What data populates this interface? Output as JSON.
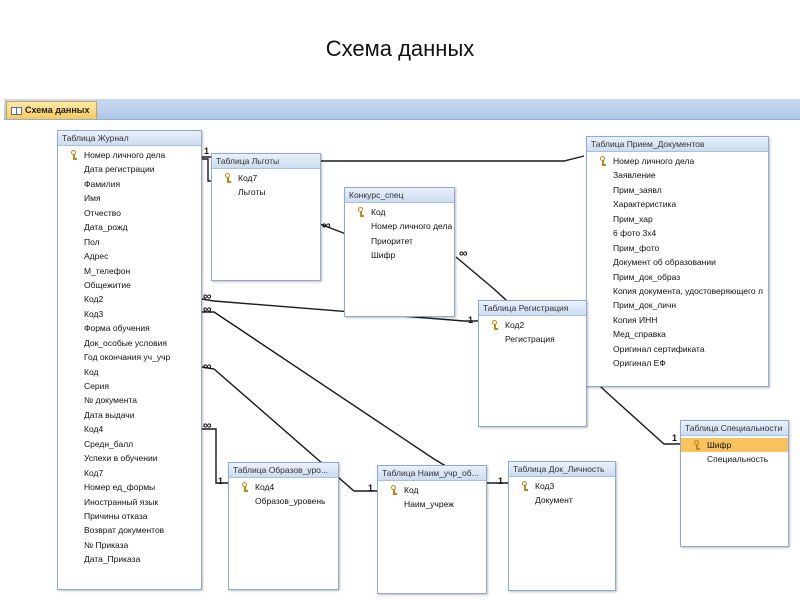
{
  "slide_title": "Схема данных",
  "tab": {
    "label": "Схема данных",
    "icon": "relationships-icon"
  },
  "tables": {
    "zhurnal": {
      "title": "Таблица Журнал",
      "fields": [
        {
          "name": "Номер личного дела",
          "key": true
        },
        {
          "name": "Дата регистрации"
        },
        {
          "name": "Фамилия"
        },
        {
          "name": "Имя"
        },
        {
          "name": "Отчество"
        },
        {
          "name": "Дата_рожд"
        },
        {
          "name": "Пол"
        },
        {
          "name": "Адрес"
        },
        {
          "name": "М_телефон"
        },
        {
          "name": "Общежитие"
        },
        {
          "name": "Код2"
        },
        {
          "name": "Код3"
        },
        {
          "name": "Форма обучения"
        },
        {
          "name": "Док_особые условия"
        },
        {
          "name": "Год окончания уч_учр"
        },
        {
          "name": "Код"
        },
        {
          "name": "Серия"
        },
        {
          "name": "№ документа"
        },
        {
          "name": "Дата выдачи"
        },
        {
          "name": "Код4"
        },
        {
          "name": "Средн_балл"
        },
        {
          "name": "Успехи в обучении"
        },
        {
          "name": "Код7"
        },
        {
          "name": "Номер ед_формы"
        },
        {
          "name": "Иностранный язык"
        },
        {
          "name": "Причины отказа"
        },
        {
          "name": "Возврат документов"
        },
        {
          "name": "№ Приказа"
        },
        {
          "name": "Дата_Приказа"
        }
      ]
    },
    "lgoty": {
      "title": "Таблица Льготы",
      "fields": [
        {
          "name": "Код7",
          "key": true
        },
        {
          "name": "Льготы"
        }
      ]
    },
    "konkurs": {
      "title": "Конкурс_спец",
      "fields": [
        {
          "name": "Код",
          "key": true
        },
        {
          "name": "Номер личного дела"
        },
        {
          "name": "Приоритет"
        },
        {
          "name": "Шифр"
        }
      ]
    },
    "priem": {
      "title": "Таблица Прием_Документов",
      "fields": [
        {
          "name": "Номер личного дела",
          "key": true
        },
        {
          "name": "Заявление"
        },
        {
          "name": "Прим_заявл"
        },
        {
          "name": "Характеристика"
        },
        {
          "name": "Прим_хар"
        },
        {
          "name": "6 фото 3х4"
        },
        {
          "name": "Прим_фото"
        },
        {
          "name": "Документ об образовании"
        },
        {
          "name": "Прим_док_образ"
        },
        {
          "name": "Копия документа, удостоверяющего л"
        },
        {
          "name": "Прим_док_личн"
        },
        {
          "name": "Копия ИНН"
        },
        {
          "name": "Мед_справка"
        },
        {
          "name": "Оригинал сертификата"
        },
        {
          "name": "Оригинал ЕФ"
        }
      ]
    },
    "registraciya": {
      "title": "Таблица Регистрация",
      "fields": [
        {
          "name": "Код2",
          "key": true
        },
        {
          "name": "Регистрация"
        }
      ]
    },
    "specialnosti": {
      "title": "Таблица Специальности",
      "fields": [
        {
          "name": "Шифр",
          "key": true,
          "selected": true
        },
        {
          "name": "Специальность"
        }
      ]
    },
    "obrazov": {
      "title": "Таблица Образов_уро...",
      "fields": [
        {
          "name": "Код4",
          "key": true
        },
        {
          "name": "Образов_уровень"
        }
      ]
    },
    "naim": {
      "title": "Таблица Наим_учр_об...",
      "fields": [
        {
          "name": "Код",
          "key": true
        },
        {
          "name": "Наим_учреж"
        }
      ]
    },
    "doklichn": {
      "title": "Таблица Док_Личность",
      "fields": [
        {
          "name": "Код3",
          "key": true
        },
        {
          "name": "Документ"
        }
      ]
    }
  },
  "relationships": [
    {
      "from": "zhurnal",
      "to": "lgoty",
      "one": "1",
      "many": "∞"
    },
    {
      "from": "zhurnal",
      "to": "priem",
      "one": "1",
      "many": "1"
    },
    {
      "from": "lgoty",
      "to": "konkurs",
      "one": "",
      "many": "∞"
    },
    {
      "from": "konkurs",
      "to": "specialnosti",
      "one": "1",
      "many": "∞"
    },
    {
      "from": "zhurnal",
      "to": "registraciya",
      "one": "1",
      "many": "∞"
    },
    {
      "from": "zhurnal",
      "to": "doklichn",
      "one": "1",
      "many": "∞"
    },
    {
      "from": "zhurnal",
      "to": "naim",
      "one": "1",
      "many": "∞"
    },
    {
      "from": "zhurnal",
      "to": "obrazov",
      "one": "1",
      "many": "∞"
    }
  ],
  "colors": {
    "key": "#b78a1b",
    "selected": "#f8c25c",
    "header": "#cddcf0",
    "line": "#1a1a1a"
  }
}
